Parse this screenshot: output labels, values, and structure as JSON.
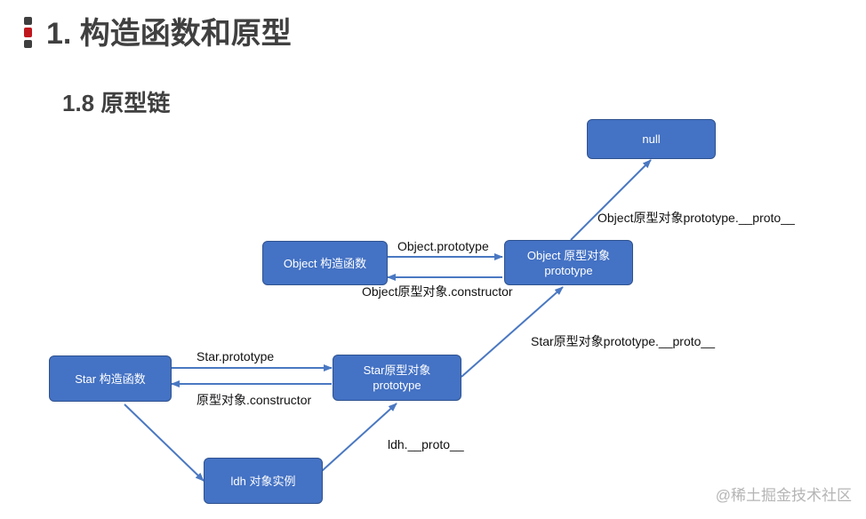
{
  "header": {
    "title": "1. 构造函数和原型",
    "subtitle": "1.8 原型链"
  },
  "nodes": {
    "null": "null",
    "object_constructor": "Object 构造函数",
    "object_prototype": [
      "Object 原型对象",
      "prototype"
    ],
    "star_constructor": "Star 构造函数",
    "star_prototype": [
      "Star原型对象",
      "prototype"
    ],
    "ldh_instance": "ldh 对象实例"
  },
  "edges": {
    "object_proto_to_null": "Object原型对象prototype.__proto__",
    "object_prototype_link": "Object.prototype",
    "object_constructor_link": "Object原型对象.constructor",
    "star_proto_to_object": "Star原型对象prototype.__proto__",
    "star_prototype_link": "Star.prototype",
    "star_constructor_link": "原型对象.constructor",
    "ldh_proto_link": "ldh.__proto__"
  },
  "watermark": "@稀土掘金技术社区",
  "colors": {
    "box_fill": "#4472c4",
    "box_border": "#2f528f",
    "arrow": "#4a78c2",
    "accent_red": "#c0171d"
  }
}
